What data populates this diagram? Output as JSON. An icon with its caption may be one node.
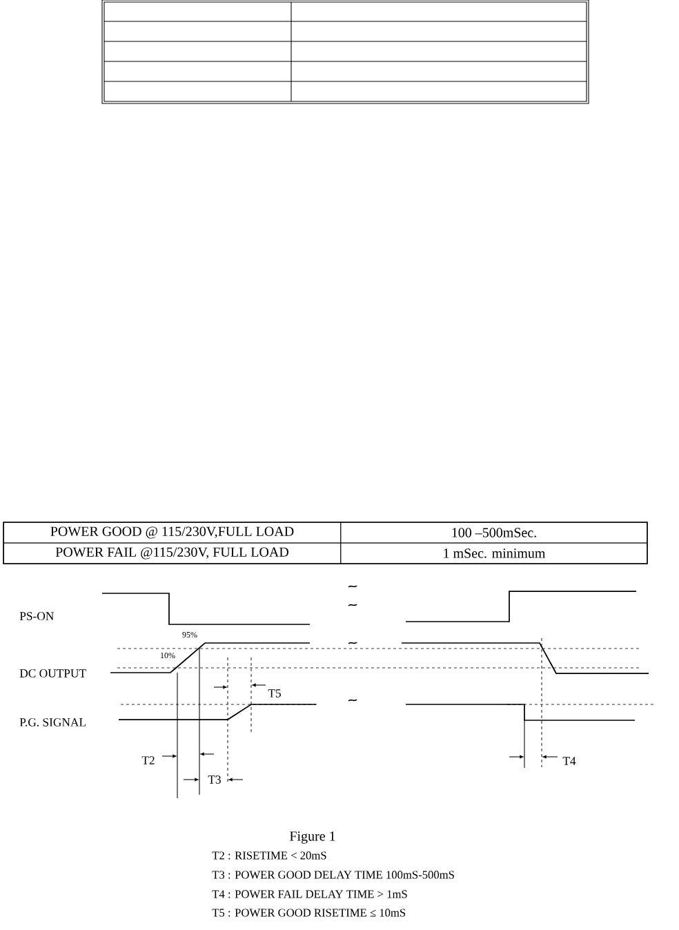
{
  "diagram": {
    "caption": "Figure 1",
    "labels": [
      "POWER GOOD @ 115/230V,FULL LOAD",
      "100 –500mSec.",
      "POWER FAIL @115/230V, FULL LOAD",
      "1 mSec. minimum",
      "PS-ON",
      "95%",
      "10%",
      "DC OUTPUT",
      "T5",
      "P.G. SIGNAL",
      "T2",
      "T4",
      "T3",
      "T2 : RISETIME < 20mS",
      "T3 : POWER GOOD DELAY TIME 100mS-500mS",
      "T4 : POWER FAIL DELAY TIME > 1mS",
      "T5 : POWER GOOD RISETIME ≤ 10mS"
    ]
  }
}
